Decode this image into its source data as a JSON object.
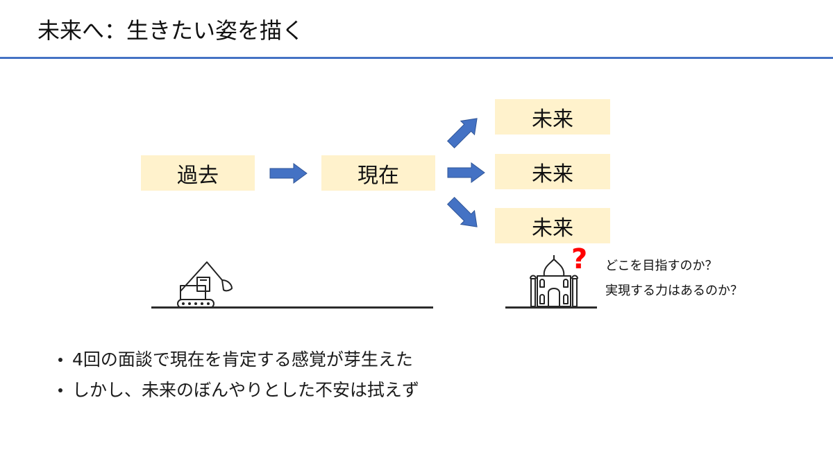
{
  "slide": {
    "title": "未来へ：生きたい姿を描く",
    "accent_color": "#4472c4"
  },
  "timeline": {
    "box_color": "#fff2cc",
    "arrow_color": "#4472c4",
    "past": "過去",
    "present": "現在",
    "futures": [
      "未来",
      "未来",
      "未来"
    ]
  },
  "illustrations": {
    "left_icon": "excavator-icon",
    "right_icon": "palace-icon",
    "question_mark": "?",
    "question_mark_color": "#ff0000"
  },
  "questions": [
    "どこを目指すのか？",
    "実現する力はあるのか？"
  ],
  "bullets": [
    "4回の面談で現在を肯定する感覚が芽生えた",
    "しかし、未来のぼんやりとした不安は拭えず"
  ]
}
